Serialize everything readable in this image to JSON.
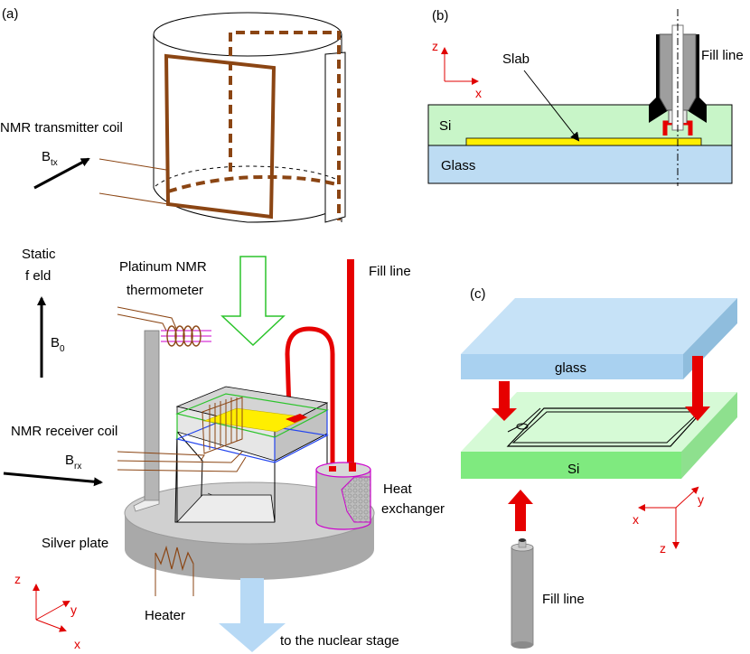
{
  "panels": {
    "a": {
      "tag": "(a)",
      "transmitter_coil": "NMR transmitter coil",
      "b_tx": {
        "base": "B",
        "sub": "tx"
      },
      "static_field": [
        "Static",
        "f eld"
      ],
      "b0": {
        "base": "B",
        "sub": "0"
      },
      "thermometer": [
        "Platinum NMR",
        "thermometer"
      ],
      "fill_line": "Fill line",
      "receiver_coil": "NMR receiver coil",
      "b_rx": {
        "base": "B",
        "sub": "rx"
      },
      "heat_exchanger": [
        "Heat",
        "exchanger"
      ],
      "silver_plate": "Silver plate",
      "heater": "Heater",
      "nuclear_stage": "to the nuclear stage",
      "axes": {
        "z": "z",
        "y": "y",
        "x": "x"
      }
    },
    "b": {
      "tag": "(b)",
      "slab": "Slab",
      "fill_line": "Fill line",
      "si": "Si",
      "glass": "Glass",
      "axes": {
        "z": "z",
        "x": "x"
      }
    },
    "c": {
      "tag": "(c)",
      "glass": "glass",
      "si": "Si",
      "fill_line": "Fill line",
      "axes": {
        "x": "x",
        "y": "y",
        "z": "z"
      }
    }
  },
  "colors": {
    "coil_brown": "#8b4513",
    "fill_red": "#e60000",
    "glass_blue": "#bddcf3",
    "si_green": "#c8f5c8",
    "slab_yellow": "#ffee00",
    "plate_gray": "#bdbdbd",
    "axis_red": "#e00000",
    "field_green": "#2bc42b",
    "thermo_magenta": "#cc00cc"
  }
}
